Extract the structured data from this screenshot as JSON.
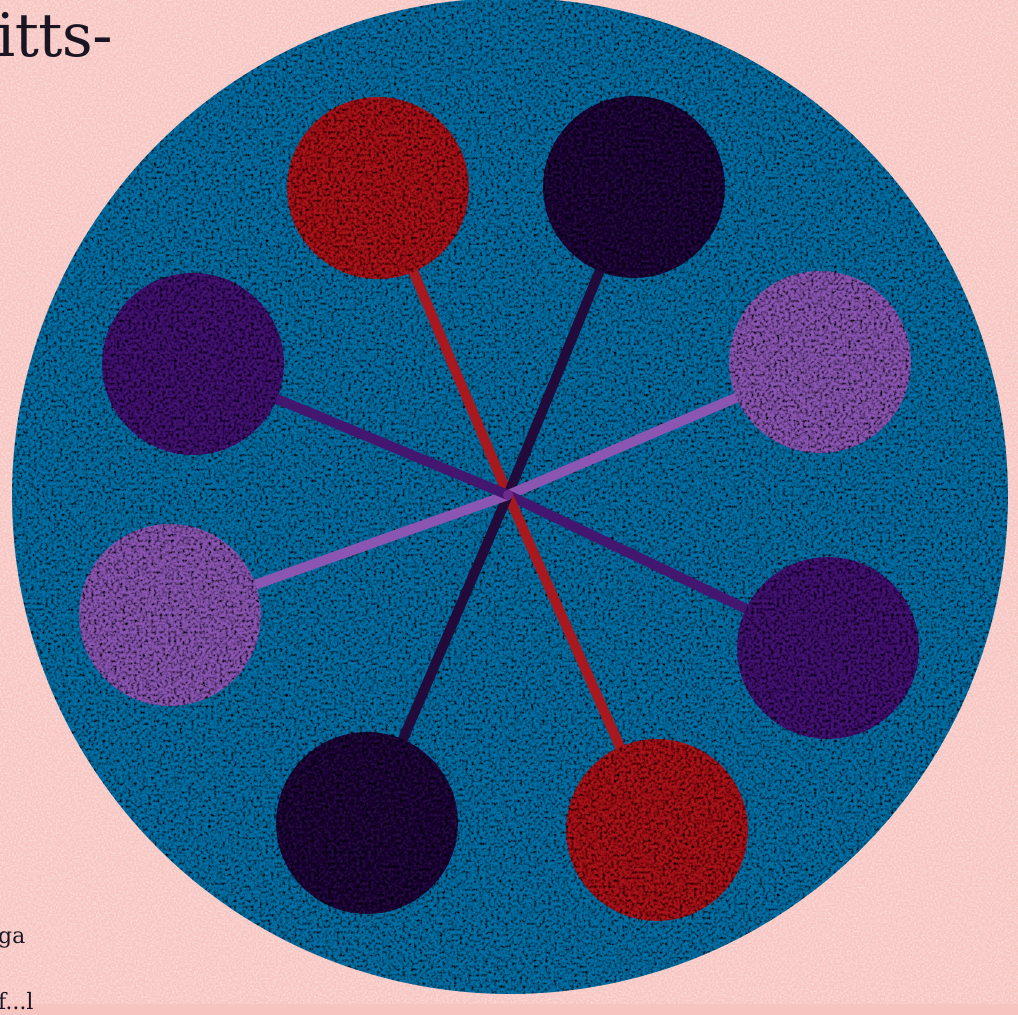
{
  "page": {
    "heading_fragment": "itts-",
    "body_fragment_1": "ga",
    "body_fragment_2": "f...l"
  },
  "artwork": {
    "disc_color": "#0071a6",
    "center_color": "#6c2a8a",
    "dots": [
      {
        "name": "red-dot-top",
        "color": "#a8181f",
        "spoke_color": "#a8181f"
      },
      {
        "name": "navy-dot-top",
        "color": "#220a3a",
        "spoke_color": "#220a3a"
      },
      {
        "name": "lilac-dot-right",
        "color": "#8a56b2",
        "spoke_color": "#8a56b2"
      },
      {
        "name": "purple-dot-right",
        "color": "#43166f",
        "spoke_color": "#43166f"
      },
      {
        "name": "red-dot-bottom",
        "color": "#a8181f",
        "spoke_color": "#a8181f"
      },
      {
        "name": "navy-dot-bottom",
        "color": "#220a3a",
        "spoke_color": "#220a3a"
      },
      {
        "name": "lilac-dot-left",
        "color": "#8a56b2",
        "spoke_color": "#8a56b2"
      },
      {
        "name": "purple-dot-left",
        "color": "#43166f",
        "spoke_color": "#43166f"
      }
    ]
  }
}
